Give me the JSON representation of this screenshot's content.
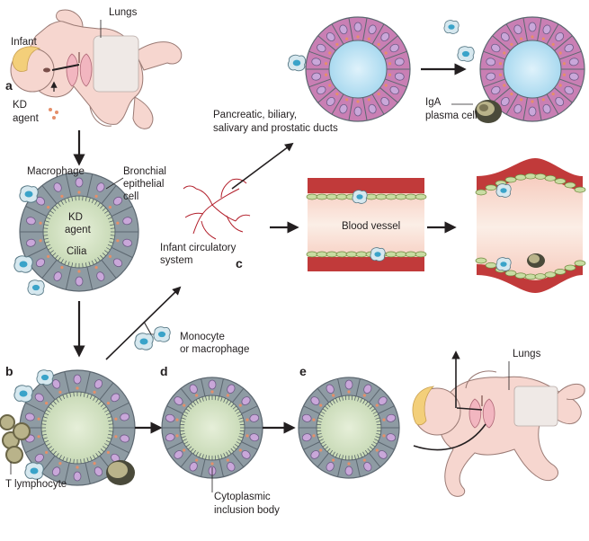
{
  "panels": {
    "a": "a",
    "b": "b",
    "c": "c",
    "d": "d",
    "e": "e"
  },
  "labels": {
    "lungs_top": "Lungs",
    "infant": "Infant",
    "kd_agent_line1": "KD",
    "kd_agent_line2": "agent",
    "macrophage": "Macrophage",
    "bronchial_line1": "Bronchial",
    "bronchial_line2": "epithelial",
    "bronchial_line3": "cell",
    "center_kd_line1": "KD",
    "center_kd_line2": "agent",
    "cilia": "Cilia",
    "ducts_line1": "Pancreatic, biliary,",
    "ducts_line2": "salivary and prostatic ducts",
    "iga_line1": "IgA",
    "iga_line2": "plasma cell",
    "circ_line1": "Infant circulatory",
    "circ_line2": "system",
    "blood_vessel": "Blood vessel",
    "monocyte_line1": "Monocyte",
    "monocyte_line2": "or macrophage",
    "t_lymphocyte": "T lymphocyte",
    "cib_line1": "Cytoplasmic",
    "cib_line2": "inclusion body",
    "lungs_bottom": "Lungs"
  },
  "colors": {
    "bronchial_cell": "#8e9ba3",
    "lumen_green": "#d3e2c6",
    "duct_cell": "#c97fb4",
    "duct_lumen": "#bfe4f5",
    "vessel_wall": "#c13a3a",
    "vessel_lumen": "#f9dcd0",
    "nucleus": "#c9a7d9",
    "skin": "#f6d6cf",
    "hair": "#f3cf7a",
    "macrophage": "#3aa3c9"
  }
}
